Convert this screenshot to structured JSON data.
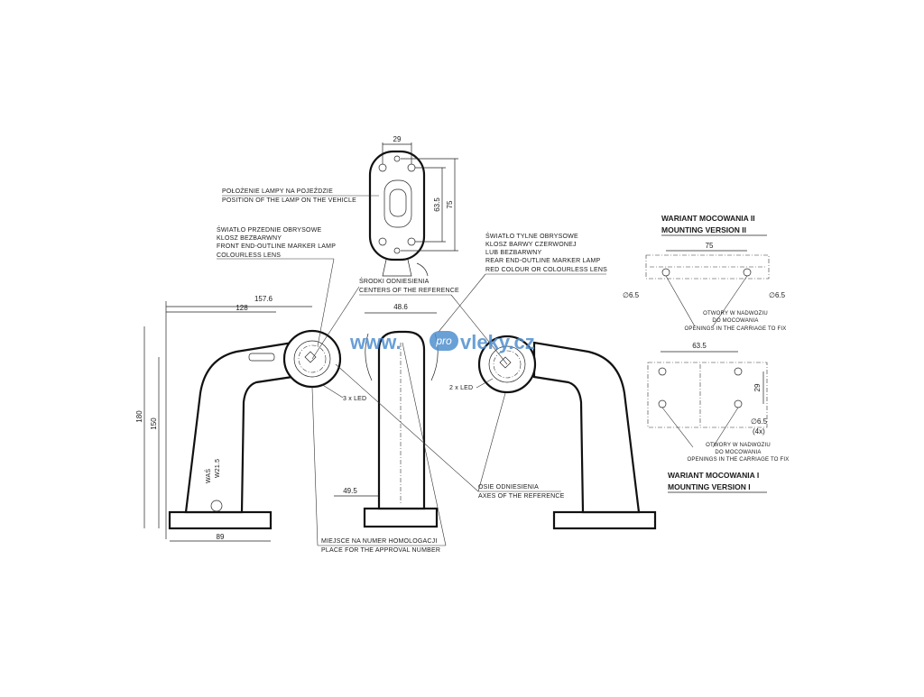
{
  "labels": {
    "lamp_position_pl": "POŁOŻENIE LAMPY NA POJEŹDZIE",
    "lamp_position_en": "POSITION OF THE LAMP ON THE VEHICLE",
    "front_pl_1": "ŚWIATŁO PRZEDNIE OBRYSOWE",
    "front_pl_2": "KLOSZ BEZBARWNY",
    "front_en_1": "FRONT END-OUTLINE MARKER LAMP",
    "front_en_2": "COLOURLESS LENS",
    "rear_pl_1": "ŚWIATŁO TYLNE OBRYSOWE",
    "rear_pl_2": "KLOSZ BARWY CZERWONEJ",
    "rear_pl_3": "LUB BEZBARWNY",
    "rear_en_1": "REAR END-OUTLINE MARKER LAMP",
    "rear_en_2": "RED COLOUR OR COLOURLESS LENS",
    "centers_pl": "ŚRODKI ODNIESIENIA",
    "centers_en": "CENTERS OF THE REFERENCE",
    "axes_pl": "OSIE ODNIESIENIA",
    "axes_en": "AXES OF THE REFERENCE",
    "approval_pl": "MIEJSCE NA NUMER HOMOLOGACJI",
    "approval_en": "PLACE FOR THE APPROVAL NUMBER",
    "led3": "3 x LED",
    "led2": "2 x LED",
    "was": "WAŚ",
    "w21": "W21.5",
    "watermark_pre": "www.",
    "watermark_pro": "pro",
    "watermark_post": "vleky.cz"
  },
  "variant2": {
    "title_pl": "WARIANT MOCOWANIA II",
    "title_en": "MOUNTING VERSION II",
    "dim_width": "75",
    "hole_left": "∅6.5",
    "hole_right": "∅6.5",
    "note_1": "OTWORY W NADWOZIU",
    "note_2": "DO MOCOWANIA",
    "note_3": "OPENINGS IN THE CARRIAGE TO FIX"
  },
  "variant1": {
    "title_pl": "WARIANT MOCOWANIA I",
    "title_en": "MOUNTING VERSION I",
    "dim_width": "63.5",
    "dim_height": "29",
    "hole": "∅6.5",
    "hole_count": "(4x)",
    "note_1": "OTWORY W NADWOZIU",
    "note_2": "DO MOCOWANIA",
    "note_3": "OPENINGS IN THE CARRIAGE TO FIX"
  },
  "dims": {
    "top_width": "29",
    "top_h1": "63.5",
    "top_h2": "75",
    "span1": "157.6",
    "span2": "128",
    "height1": "180",
    "height2": "150",
    "base": "89",
    "mid_width": "48.6",
    "mid_base": "49.5"
  }
}
